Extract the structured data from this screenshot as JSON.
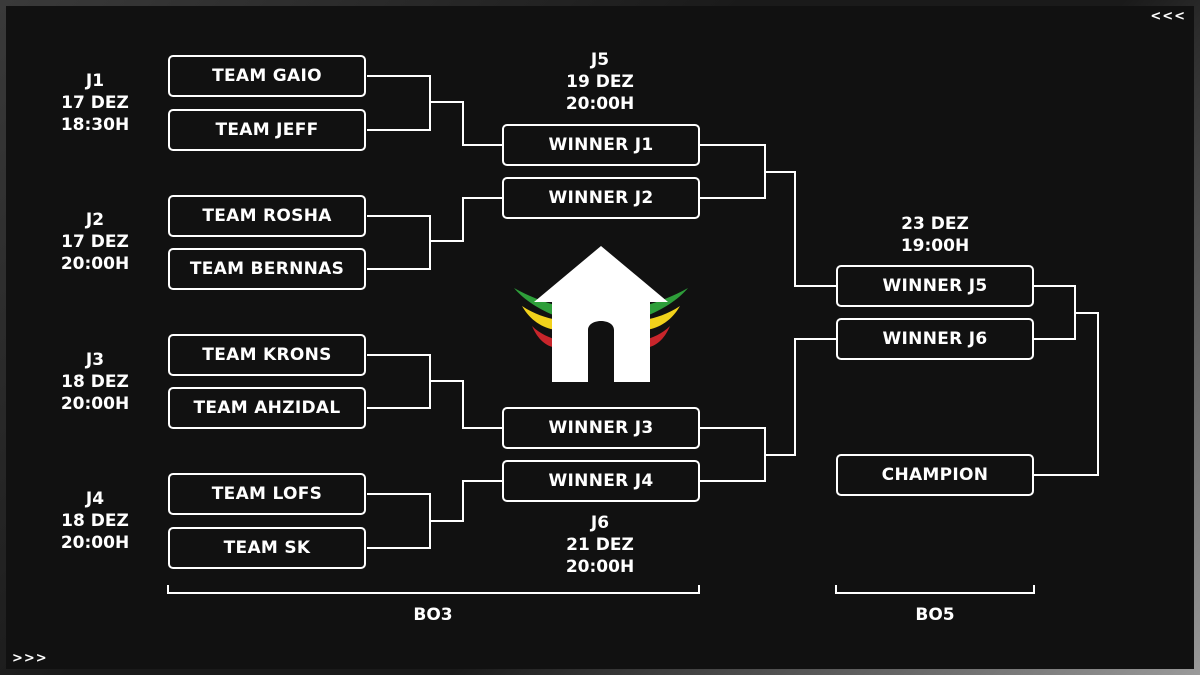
{
  "corners": {
    "top_right": "<<<",
    "bottom_left": ">>>"
  },
  "round1": [
    {
      "game": "J1",
      "date": "17 DEZ",
      "time": "18:30H",
      "teams": [
        "TEAM GAIO",
        "TEAM JEFF"
      ]
    },
    {
      "game": "J2",
      "date": "17 DEZ",
      "time": "20:00H",
      "teams": [
        "TEAM ROSHA",
        "TEAM BERNNAS"
      ]
    },
    {
      "game": "J3",
      "date": "18 DEZ",
      "time": "20:00H",
      "teams": [
        "TEAM KRONS",
        "TEAM AHZIDAL"
      ]
    },
    {
      "game": "J4",
      "date": "18 DEZ",
      "time": "20:00H",
      "teams": [
        "TEAM LOFS",
        "TEAM SK"
      ]
    }
  ],
  "round2": [
    {
      "game": "J5",
      "date": "19 DEZ",
      "time": "20:00H",
      "slots": [
        "WINNER J1",
        "WINNER J2"
      ]
    },
    {
      "game": "J6",
      "date": "21 DEZ",
      "time": "20:00H",
      "slots": [
        "WINNER J3",
        "WINNER J4"
      ]
    }
  ],
  "final": {
    "date": "23 DEZ",
    "time": "19:00H",
    "slots": [
      "WINNER J5",
      "WINNER J6"
    ]
  },
  "champion": "CHAMPION",
  "formats": {
    "left": "BO3",
    "right": "BO5"
  },
  "logo_colors": {
    "green": "#2e9e3a",
    "yellow": "#f2d21b",
    "red": "#c8252b",
    "house": "#ffffff"
  }
}
